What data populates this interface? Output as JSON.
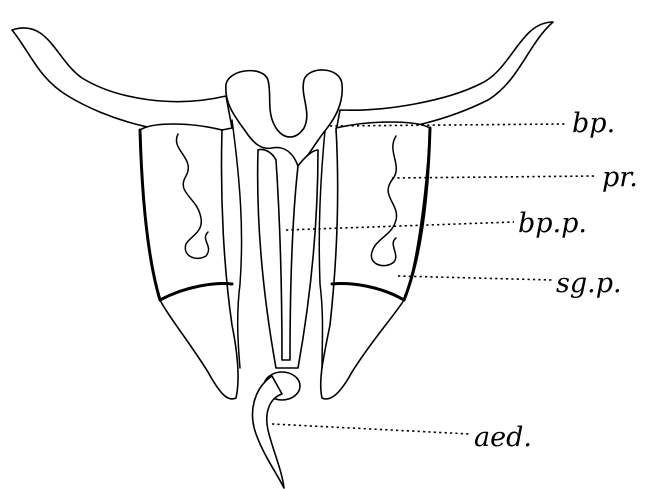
{
  "figure": {
    "labels": {
      "bp": "bp.",
      "pr": "pr.",
      "bpp": "bp.p.",
      "sgp": "sg.p.",
      "aed": "aed."
    },
    "colors": {
      "ink": "#000000",
      "paper": "#ffffff"
    }
  }
}
